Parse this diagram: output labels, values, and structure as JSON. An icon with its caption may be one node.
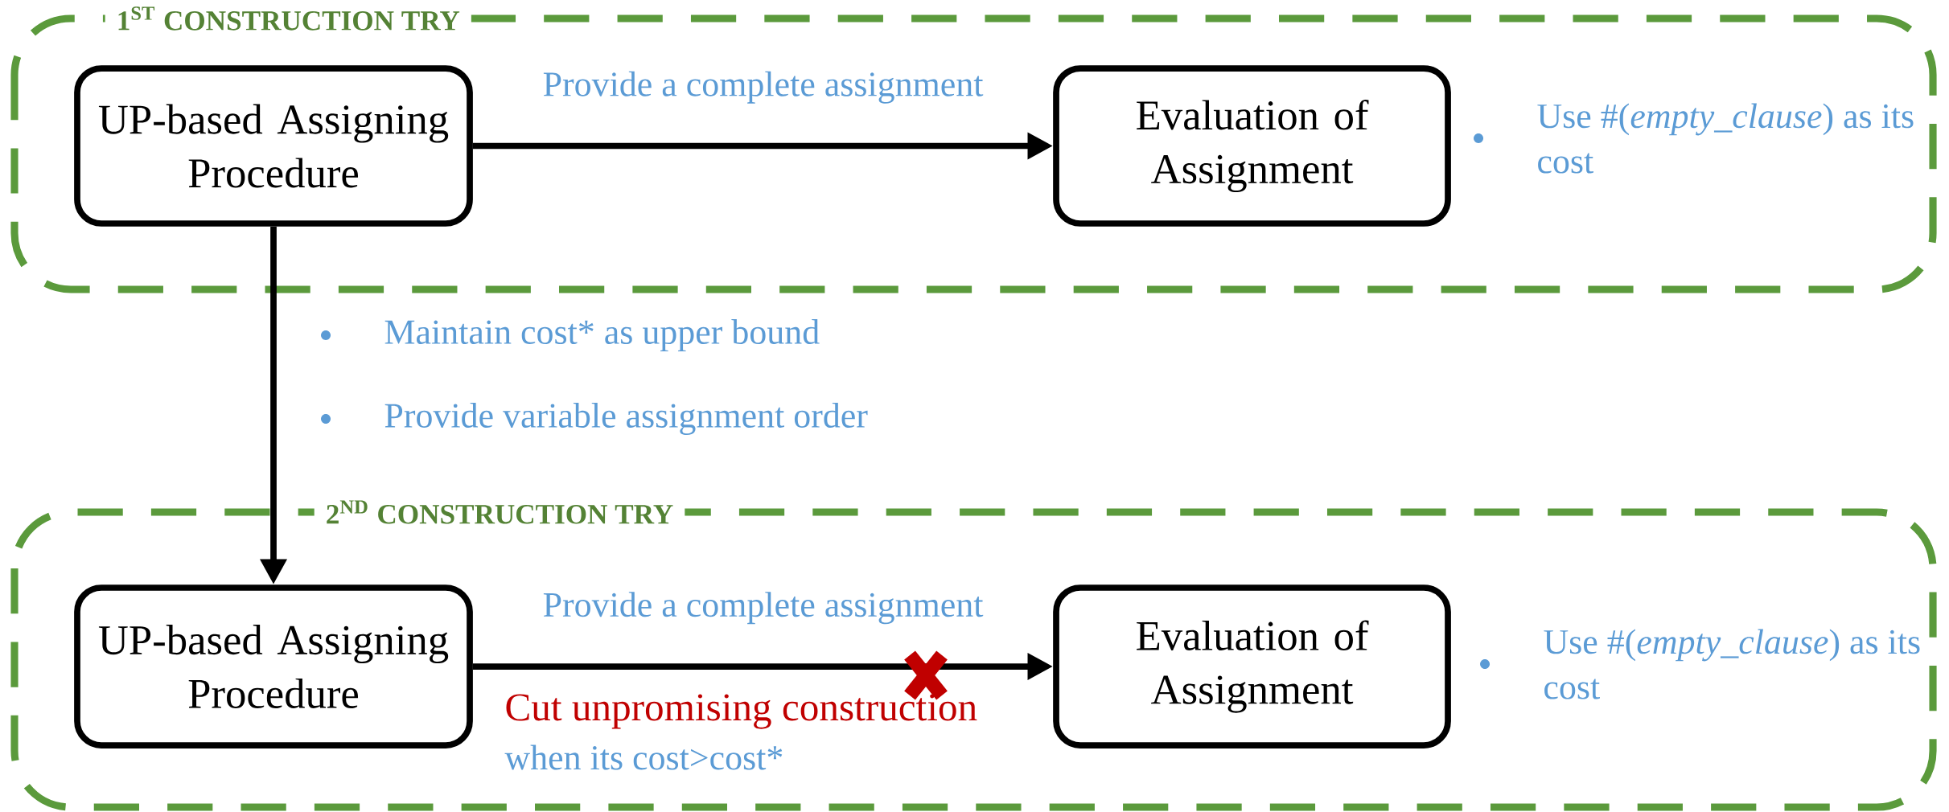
{
  "diagram": {
    "nodes": [
      {
        "text": [
          "1$^{ST}$ CONSTRUCTION TRY"
        ]
      },
      {
        "text": [
          "UP-based Assigning Procedure"
        ],
        "in": 0
      },
      {
        "text": [
          "Evaluation of Assignment"
        ],
        "in": 0
      },
      {
        "text": [
          "2$^{ND}$ CONSTRUCTION TRY"
        ]
      },
      {
        "text": [
          "UP-based Assigning Procedure"
        ],
        "in": 3
      },
      {
        "text": [
          "Evaluation of Assignment"
        ],
        "in": 3
      }
    ],
    "edges": [
      {
        "from": 1,
        "to": 2,
        "arrow": "to",
        "label": "Provide a complete assignment"
      },
      {
        "from": 1,
        "to": 4,
        "arrow": "to"
      },
      {
        "from": 4,
        "to": 5,
        "arrow": "to",
        "label": "Provide a complete assignment"
      }
    ],
    "labels": [
      "Use #(*empty_clause*) as its cost",
      "Maintain cost* as upper bound",
      "Provide variable assignment order",
      "Use #(*empty_clause*) as its cost",
      "Cut unpromising construction",
      "when its cost>cost*"
    ]
  }
}
